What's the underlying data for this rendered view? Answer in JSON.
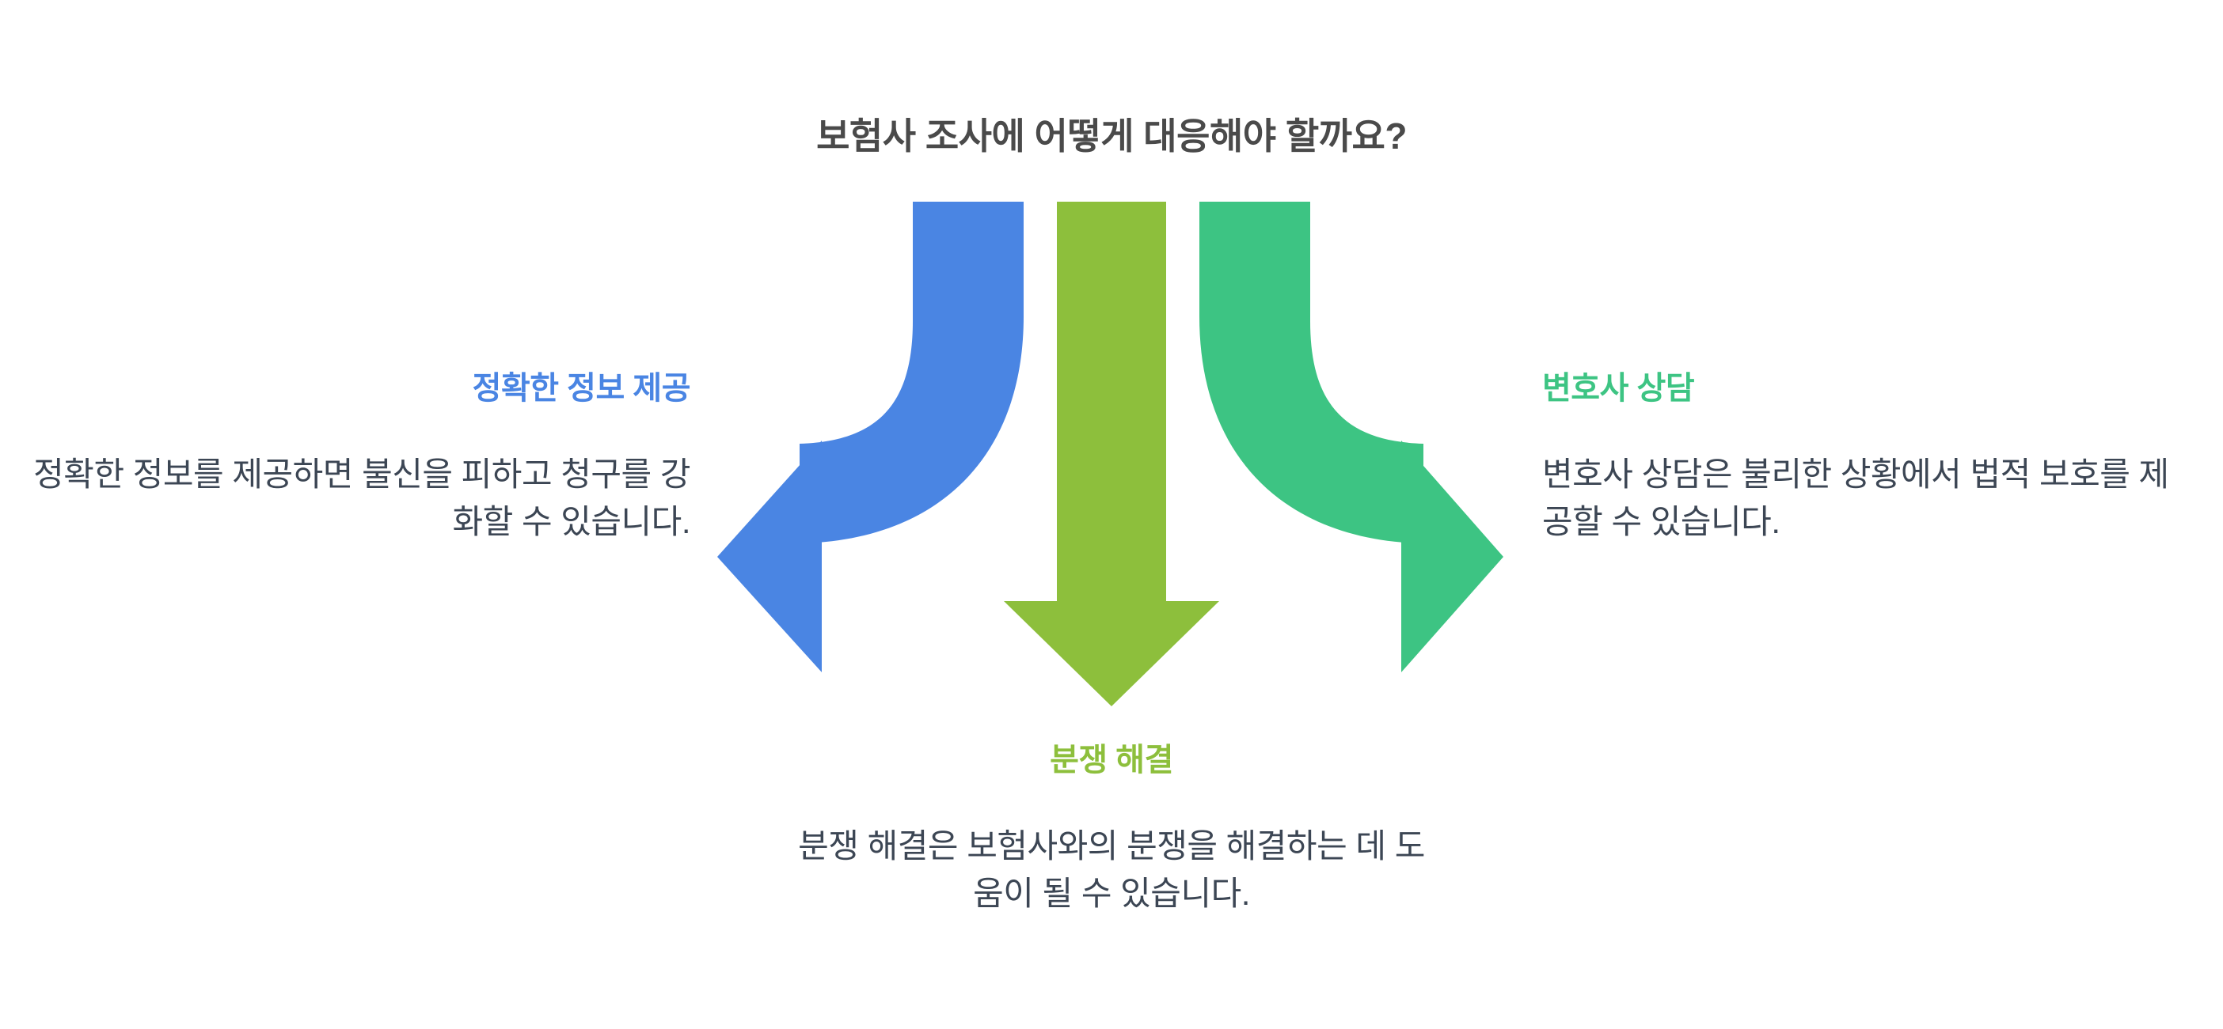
{
  "title": "보험사 조사에 어떻게 대응해야 할까요?",
  "colors": {
    "left_accent": "#4a85e3",
    "center_accent": "#8dbf3c",
    "right_accent": "#3dc483",
    "title_text": "#4a4a4a",
    "body_text": "#3c4654",
    "background": "#ffffff"
  },
  "branches": {
    "left": {
      "heading": "정확한 정보 제공",
      "body": "정확한 정보를 제공하면 불신을 피하고 청구를 강화할 수 있습니다.",
      "direction": "left",
      "color": "#4a85e3"
    },
    "center": {
      "heading": "분쟁 해결",
      "body": "분쟁 해결은 보험사와의 분쟁을 해결하는 데 도움이 될 수 있습니다.",
      "direction": "down",
      "color": "#8dbf3c"
    },
    "right": {
      "heading": "변호사 상담",
      "body": "변호사 상담은 불리한 상황에서 법적 보호를 제공할 수 있습니다.",
      "direction": "right",
      "color": "#3dc483"
    }
  }
}
